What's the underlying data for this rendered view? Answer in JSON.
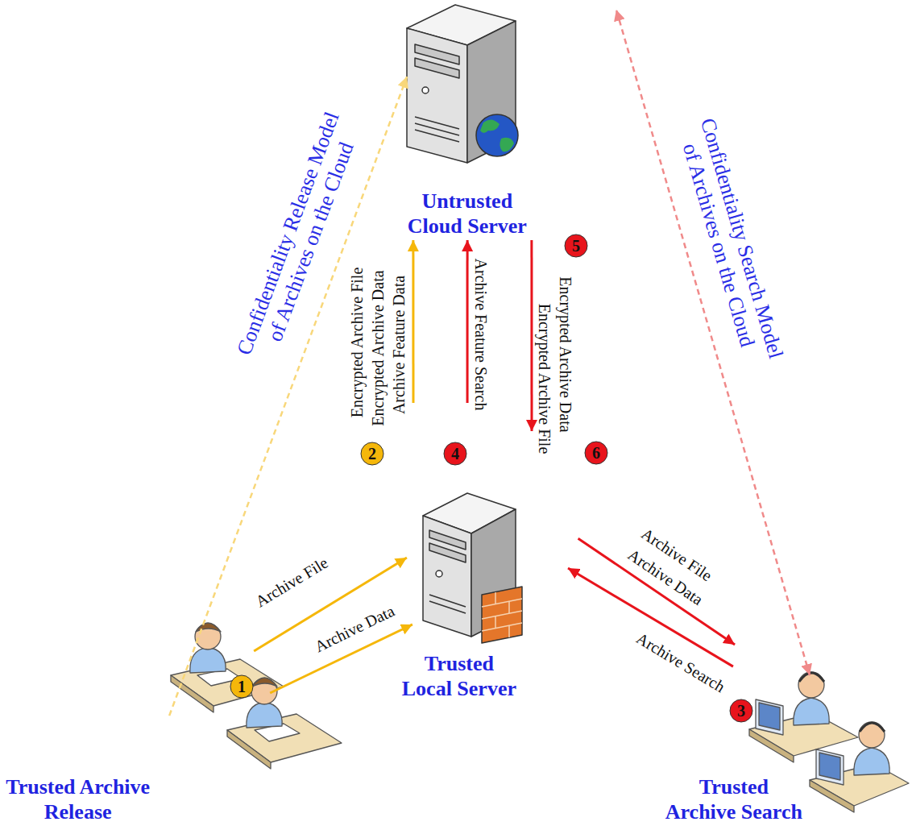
{
  "diagram": {
    "nodes": [
      {
        "text": [
          "Untrusted Cloud Server"
        ]
      },
      {
        "text": [
          "Trusted Local Server"
        ]
      },
      {
        "text": [
          "Trusted Archive Release"
        ]
      },
      {
        "text": [
          "Trusted Archive Search"
        ]
      }
    ],
    "edges": [
      {
        "from": 2,
        "to": 1,
        "label": "Archive File",
        "arrow": "to"
      },
      {
        "from": 2,
        "to": 1,
        "label": "Archive Data",
        "arrow": "to"
      },
      {
        "from": 1,
        "to": 0,
        "label": "Archive Feature Data",
        "arrow": "to"
      },
      {
        "from": 1,
        "to": 0,
        "label": "Archive Feature Search",
        "arrow": "to"
      },
      {
        "from": 0,
        "to": 1,
        "label": "Encrypted Archive File",
        "arrow": "to"
      },
      {
        "from": 1,
        "to": 3,
        "label": "Archive File",
        "arrow": "to"
      },
      {
        "from": 3,
        "to": 1,
        "label": "Archive Search",
        "arrow": "to"
      },
      {
        "from": 2,
        "to": 0,
        "label": "Confidentiality Release Model of Archives on the Cloud",
        "arrow": "to"
      },
      {
        "from": 3,
        "to": 0,
        "label": "Confidentiality Search Model of Archives on the Cloud",
        "arrow": "both"
      }
    ],
    "labels": [
      "Encrypted Archive File",
      "Encrypted Archive Data",
      "Encrypted Archive Data",
      "Archive Data",
      "1",
      "2",
      "3",
      "4",
      "5",
      "6"
    ]
  }
}
